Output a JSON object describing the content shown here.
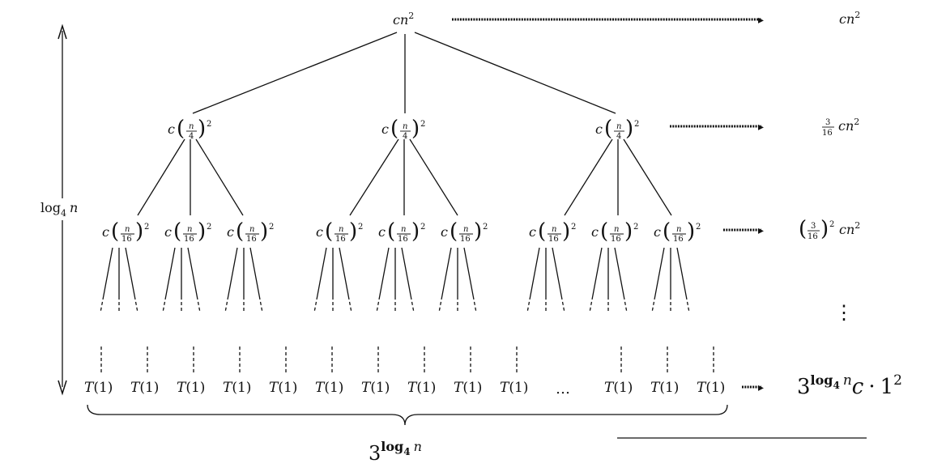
{
  "root": {
    "coef": "c",
    "var": "n",
    "exp": "2"
  },
  "level1": {
    "coef": "c",
    "num": "n",
    "den": "4",
    "exp": "2"
  },
  "level2": {
    "coef": "c",
    "num": "n",
    "den": "16",
    "exp": "2"
  },
  "leaf": {
    "label": "T",
    "arg": "(1)"
  },
  "ellipsis": "…",
  "vertical_dots": "⋮",
  "height_label": {
    "log": "log",
    "base": "4",
    "var": "n"
  },
  "level_costs": {
    "level0": {
      "coef": "c",
      "var": "n",
      "exp": "2"
    },
    "level1": {
      "frac_num": "3",
      "frac_den": "16",
      "coef": "c",
      "var": "n",
      "exp": "2"
    },
    "level2": {
      "frac_num": "3",
      "frac_den": "16",
      "outer_exp": "2",
      "coef": "c",
      "var": "n",
      "exp": "2"
    },
    "leaves": {
      "base": "3",
      "log": "log",
      "logbase": "4",
      "var": "n",
      "coef": "c",
      "dot": "·",
      "one": "1",
      "exp": "2"
    }
  },
  "leaf_count": {
    "base": "3",
    "log": "log",
    "logbase": "4",
    "var": "n"
  },
  "arrowhead_glyph": "▸"
}
